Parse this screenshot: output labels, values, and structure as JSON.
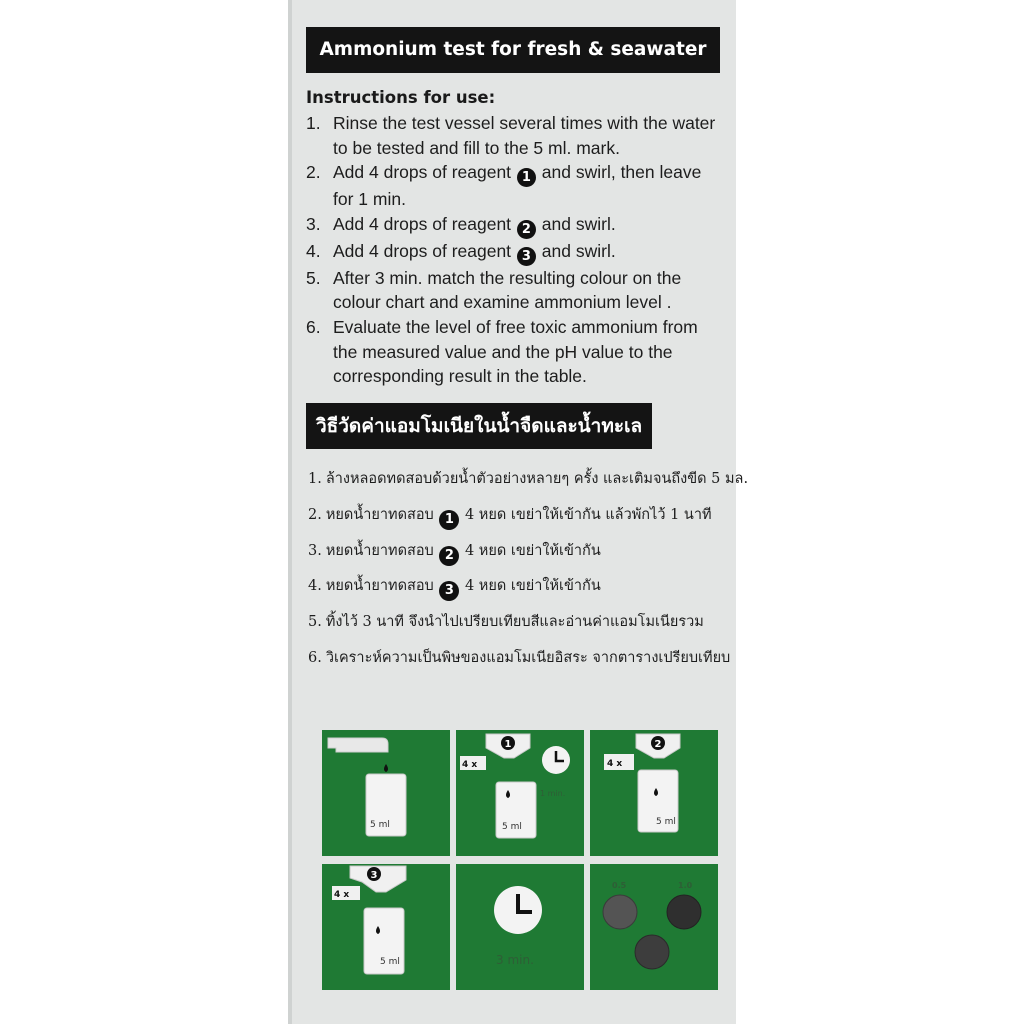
{
  "title": "Ammonium test for fresh & seawater",
  "instructions_heading": "Instructions for use:",
  "steps_en": [
    {
      "num": "1.",
      "text": "Rinse the test vessel several times with the water to be tested and fill to the 5 ml. mark."
    },
    {
      "num": "2.",
      "pre": "Add 4 drops of reagent",
      "badge": "1",
      "post": "and swirl,  then leave for 1 min."
    },
    {
      "num": "3.",
      "pre": "Add 4 drops of reagent",
      "badge": "2",
      "post": "and swirl."
    },
    {
      "num": "4.",
      "pre": "Add 4 drops of reagent",
      "badge": "3",
      "post": "and swirl."
    },
    {
      "num": "5.",
      "text": "After 3 min. match the resulting colour on the colour chart and examine ammonium level ."
    },
    {
      "num": "6.",
      "text": "Evaluate the level of free toxic ammonium from the measured value and the pH value to the corresponding result in the table."
    }
  ],
  "thai_title": "วิธีวัดค่าแอมโมเนียในน้ำจืดและน้ำทะเล",
  "steps_th": [
    {
      "num": "1.",
      "text": "ล้างหลอดทดสอบด้วยน้ำตัวอย่างหลายๆ ครั้ง และเติมจนถึงขีด 5 มล."
    },
    {
      "num": "2.",
      "pre": "หยดน้ำยาทดสอบ",
      "badge": "1",
      "post": "4 หยด  เขย่าให้เข้ากัน แล้วพักไว้  1  นาที"
    },
    {
      "num": "3.",
      "pre": "หยดน้ำยาทดสอบ",
      "badge": "2",
      "post": "4 หยด  เขย่าให้เข้ากัน"
    },
    {
      "num": "4.",
      "pre": "หยดน้ำยาทดสอบ",
      "badge": "3",
      "post": "4 หยด  เขย่าให้เข้ากัน"
    },
    {
      "num": "5.",
      "text": "ทิ้งไว้  3  นาที  จึงนำไปเปรียบเทียบสีและอ่านค่าแอมโมเนียรวม"
    },
    {
      "num": "6.",
      "text": "วิเคราะห์ความเป็นพิษของแอมโมเนียอิสระ  จากตารางเปรียบเทียบ"
    }
  ],
  "diagram": {
    "panel_color": "#1f7a34",
    "vial_label": "5 ml",
    "drops_label": "4 x",
    "wait_1": "1 min.",
    "wait_3": "3 min.",
    "chart_values": [
      "0.5",
      "1.0"
    ]
  }
}
